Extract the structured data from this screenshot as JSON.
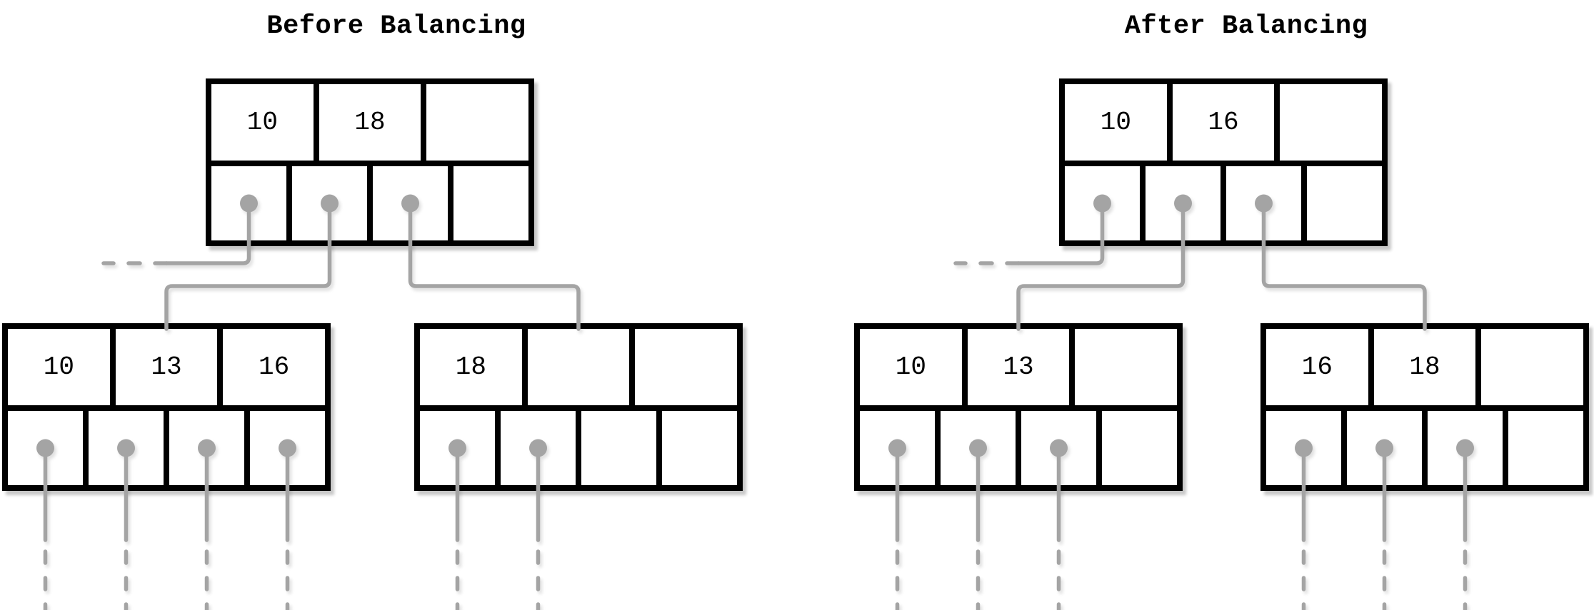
{
  "colors": {
    "line": "#a4a4a4",
    "border": "#000000",
    "text": "#000000",
    "background": "#ffffff"
  },
  "diagrams": [
    {
      "id": "before",
      "title": "Before Balancing",
      "root": {
        "keys": [
          "10",
          "18",
          ""
        ],
        "pointers": [
          true,
          true,
          true,
          false
        ],
        "pointer_targets": [
          "offscreen-left",
          "child-0",
          "child-1",
          null
        ]
      },
      "children": [
        {
          "keys": [
            "10",
            "13",
            "16"
          ],
          "pointers": [
            true,
            true,
            true,
            true
          ],
          "subtrees_continue_offscreen": true
        },
        {
          "keys": [
            "18",
            "",
            ""
          ],
          "pointers": [
            true,
            true,
            false,
            false
          ],
          "subtrees_continue_offscreen": true
        }
      ]
    },
    {
      "id": "after",
      "title": "After Balancing",
      "root": {
        "keys": [
          "10",
          "16",
          ""
        ],
        "pointers": [
          true,
          true,
          true,
          false
        ],
        "pointer_targets": [
          "offscreen-left",
          "child-0",
          "child-1",
          null
        ]
      },
      "children": [
        {
          "keys": [
            "10",
            "13",
            ""
          ],
          "pointers": [
            true,
            true,
            true,
            false
          ],
          "subtrees_continue_offscreen": true
        },
        {
          "keys": [
            "16",
            "18",
            ""
          ],
          "pointers": [
            true,
            true,
            true,
            false
          ],
          "subtrees_continue_offscreen": true
        }
      ]
    }
  ]
}
